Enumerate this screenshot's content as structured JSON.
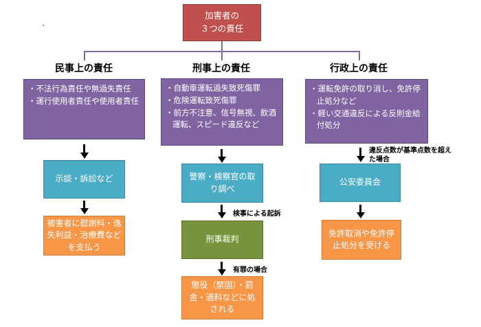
{
  "root": {
    "line1": "加害者の",
    "line2": "３つの責任"
  },
  "columns": [
    {
      "heading": "民事上の責任",
      "items": [
        "不法行為責任や無過失責任",
        "運行使用者責任や使用者責任"
      ],
      "steps": [
        "示談・訴訟など",
        "被害者に慰謝料・逸失利益・治療費などを支払う"
      ],
      "notes": []
    },
    {
      "heading": "刑事上の責任",
      "items": [
        "自動車運転過失致死傷罪",
        "危険運転致死傷罪",
        "前方不注意、信号無視、飲酒運転、スピード違反など"
      ],
      "steps": [
        "警察・検察官の取り調べ",
        "刑事裁判",
        "懲役（禁固）・罰金・過料などに処される"
      ],
      "notes": [
        "検事による起訴",
        "有罪の場合"
      ]
    },
    {
      "heading": "行政上の責任",
      "items": [
        "運転免許の取り消し、免許停止処分など",
        "軽い交通違反による反則金給付処分"
      ],
      "steps": [
        "公安委員会",
        "免許取消や免許停止処分を受ける"
      ],
      "notes": [
        "違反点数が基準点数を超えた場合"
      ]
    }
  ],
  "colors": {
    "root": "#c0504d",
    "category": "#8064a2",
    "step": "#4bacc6",
    "trial": "#77933c",
    "result": "#f79646",
    "connector": "#7f6aa0"
  }
}
